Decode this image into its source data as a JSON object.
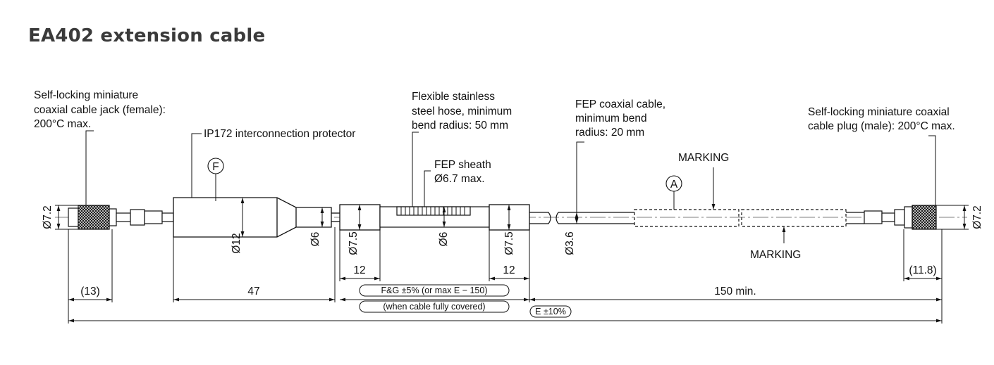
{
  "title": "EA402 extension cable",
  "callouts": {
    "jack": [
      "Self-locking miniature",
      "coaxial cable jack (female):",
      "200°C max."
    ],
    "protector": "IP172 interconnection protector",
    "hose": [
      "Flexible stainless",
      "steel hose, minimum",
      "bend radius: 50 mm"
    ],
    "sheath": [
      "FEP sheath",
      "Ø6.7 max."
    ],
    "coax": [
      "FEP coaxial cable,",
      "minimum bend",
      "radius: 20 mm"
    ],
    "plug": [
      "Self-locking miniature coaxial",
      "cable plug (male): 200°C max."
    ],
    "marking_top": "MARKING",
    "marking_bottom": "MARKING"
  },
  "markers": {
    "f": "F",
    "a": "A"
  },
  "diameters": {
    "jack": "Ø7.2",
    "protector": "Ø12",
    "protector_tail": "Ø6",
    "ferrule_left": "Ø7.5",
    "hose": "Ø6",
    "ferrule_right": "Ø7.5",
    "cable": "Ø3.6",
    "plug": "Ø7.2"
  },
  "dimensions": {
    "ferrule_left_len": "12",
    "ferrule_right_len": "12",
    "plug_len": "(11.8)",
    "jack_len": "(13)",
    "protector_len": "47",
    "cable_len": "150 min.",
    "hose_len": "F&G ±5% (or max E − 150)",
    "hose_note": "(when cable fully covered)",
    "total_len": "E ±10%"
  }
}
